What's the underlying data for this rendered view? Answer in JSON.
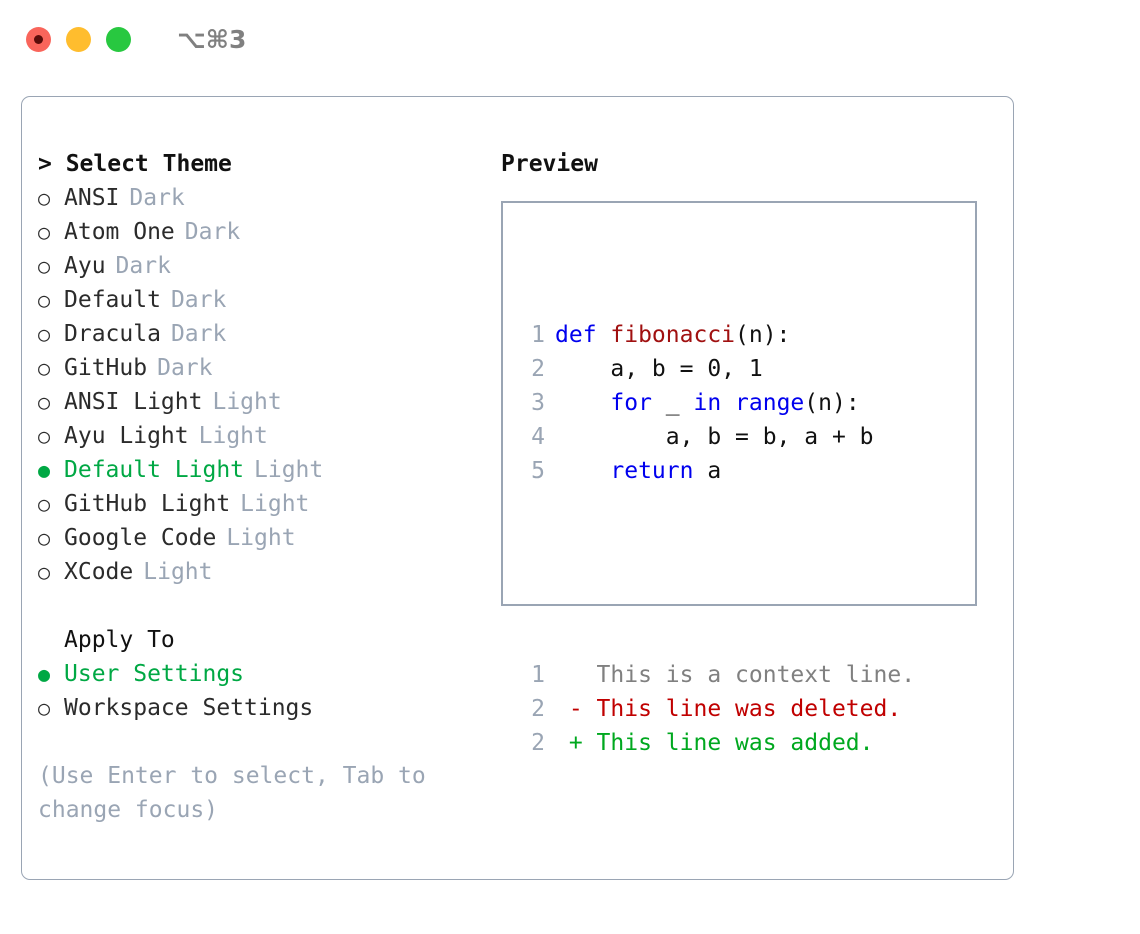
{
  "window": {
    "title": "⌥⌘3",
    "lights": [
      "close-red",
      "minimize-yellow",
      "maximize-green"
    ],
    "colors": {
      "red": "#f9655b",
      "yellow": "#ffbd2e",
      "green": "#28c840",
      "border": "#9aa5b4",
      "accent_green": "#00a844",
      "muted": "#9aa5b4"
    }
  },
  "theme_picker": {
    "heading": "> Select Theme",
    "marker_selected": "●",
    "marker_unselected": "○",
    "items": [
      {
        "label": "ANSI",
        "badge": "Dark",
        "selected": false
      },
      {
        "label": "Atom One",
        "badge": "Dark",
        "selected": false
      },
      {
        "label": "Ayu",
        "badge": "Dark",
        "selected": false
      },
      {
        "label": "Default",
        "badge": "Dark",
        "selected": false
      },
      {
        "label": "Dracula",
        "badge": "Dark",
        "selected": false
      },
      {
        "label": "GitHub",
        "badge": "Dark",
        "selected": false
      },
      {
        "label": "ANSI Light",
        "badge": "Light",
        "selected": false
      },
      {
        "label": "Ayu Light",
        "badge": "Light",
        "selected": false
      },
      {
        "label": "Default Light",
        "badge": "Light",
        "selected": true
      },
      {
        "label": "GitHub Light",
        "badge": "Light",
        "selected": false
      },
      {
        "label": "Google Code",
        "badge": "Light",
        "selected": false
      },
      {
        "label": "XCode",
        "badge": "Light",
        "selected": false
      }
    ]
  },
  "apply_to": {
    "heading": "Apply To",
    "items": [
      {
        "label": "User Settings",
        "selected": true
      },
      {
        "label": "Workspace Settings",
        "selected": false
      }
    ]
  },
  "hint": "(Use Enter to select, Tab to change focus)",
  "preview": {
    "heading": "Preview",
    "code_lines": [
      {
        "num": "1",
        "tokens": [
          {
            "text": "def ",
            "kind": "kw"
          },
          {
            "text": "fibonacci",
            "kind": "fn"
          },
          {
            "text": "(n):",
            "kind": "plain"
          }
        ]
      },
      {
        "num": "2",
        "tokens": [
          {
            "text": "    a, b = 0, 1",
            "kind": "plain"
          }
        ]
      },
      {
        "num": "3",
        "tokens": [
          {
            "text": "    ",
            "kind": "plain"
          },
          {
            "text": "for",
            "kind": "kw"
          },
          {
            "text": " _ ",
            "kind": "plain"
          },
          {
            "text": "in",
            "kind": "kw"
          },
          {
            "text": " ",
            "kind": "plain"
          },
          {
            "text": "range",
            "kind": "kw"
          },
          {
            "text": "(n):",
            "kind": "plain"
          }
        ]
      },
      {
        "num": "4",
        "tokens": [
          {
            "text": "        a, b = b, a + b",
            "kind": "plain"
          }
        ]
      },
      {
        "num": "5",
        "tokens": [
          {
            "text": "    ",
            "kind": "plain"
          },
          {
            "text": "return",
            "kind": "kw"
          },
          {
            "text": " a",
            "kind": "plain"
          }
        ]
      }
    ],
    "diff_lines": [
      {
        "num": "1",
        "sign": " ",
        "text": " This is a context line.",
        "kind": "ctx"
      },
      {
        "num": "2",
        "sign": "-",
        "text": " This line was deleted.",
        "kind": "del"
      },
      {
        "num": "2",
        "sign": "+",
        "text": " This line was added.",
        "kind": "add"
      }
    ]
  }
}
